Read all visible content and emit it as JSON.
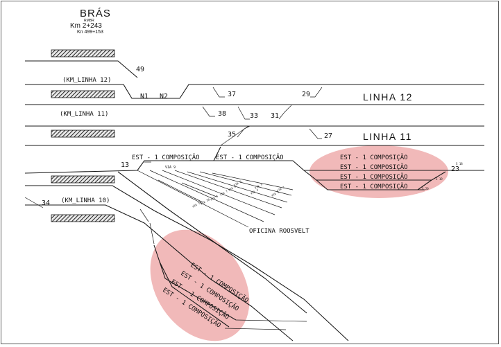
{
  "station": {
    "name": "BRÁS",
    "sub": "RMBR",
    "km": "Km 2+243",
    "kn": "Kn 499+153"
  },
  "labels": {
    "km_linha_12": "(KM_LINHA 12)",
    "km_linha_11": "(KM_LINHA 11)",
    "km_linha_10": "(KM_LINHA 10)",
    "linha_12": "LINHA 12",
    "linha_11": "LINHA 11",
    "oficina": "OFICINA ROOSVELT",
    "via_9": "VIA 9",
    "est_comp": "EST - 1 COMPOSIÇÃO"
  },
  "switches": {
    "s49": "49",
    "n1": "N1",
    "n2": "N2",
    "s37": "37",
    "s29": "29",
    "s38": "38",
    "s33": "33",
    "s31": "31",
    "s35": "35",
    "s27": "27",
    "s13": "13",
    "s23": "23",
    "s34": "34"
  },
  "small_marks": {
    "m1": "S 18",
    "m2": "S 19",
    "m3": "S 20",
    "v1": "VIA 1",
    "v2": "VIA 2",
    "v3": "VIA 3",
    "v4": "VIA 4",
    "v5": "VIA 5",
    "v6": "VIA 6",
    "v7": "VIA 7",
    "v8": "VIA 8",
    "v10": "VIA 10",
    "v11": "VIA 11"
  },
  "highlight_color": "#e88a8a"
}
